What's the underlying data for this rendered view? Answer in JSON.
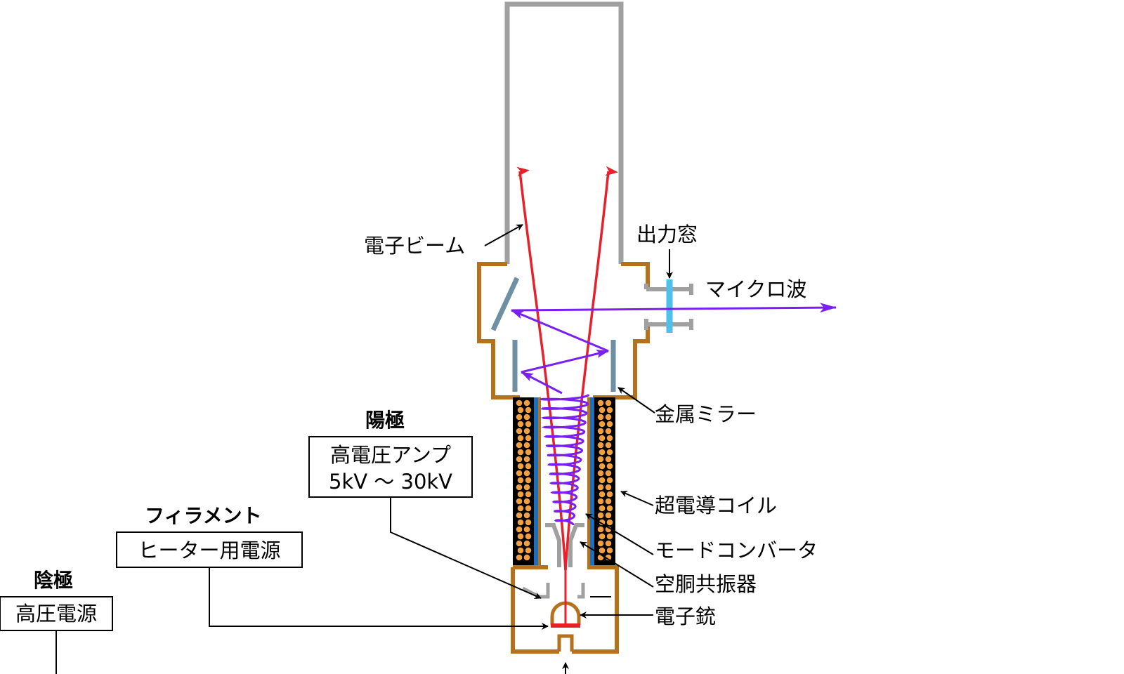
{
  "labels": {
    "electron_beam": "電子ビーム",
    "output_window": "出力窓",
    "microwave": "マイクロ波",
    "metal_mirror": "金属ミラー",
    "superconducting_coil": "超電導コイル",
    "mode_converter": "モードコンバータ",
    "cavity_resonator": "空胴共振器",
    "electron_gun": "電子銃"
  },
  "anode": {
    "title": "陽極",
    "box_line1": "高電圧アンプ",
    "box_line2": "5kV ～ 30kV"
  },
  "filament": {
    "title": "フィラメント",
    "box": "ヒーター用電源"
  },
  "cathode": {
    "title": "陰極",
    "box": "高圧電源"
  },
  "colors": {
    "tube_wall": "#a0a0a0",
    "housing": "#b5711b",
    "electron_beam": "#e8202a",
    "microwave": "#7a1ff2",
    "mirror": "#6f8fa4",
    "window": "#4fc0ea",
    "coil_liner": "#1e6fb8",
    "coil_winding": "#f0a040"
  }
}
